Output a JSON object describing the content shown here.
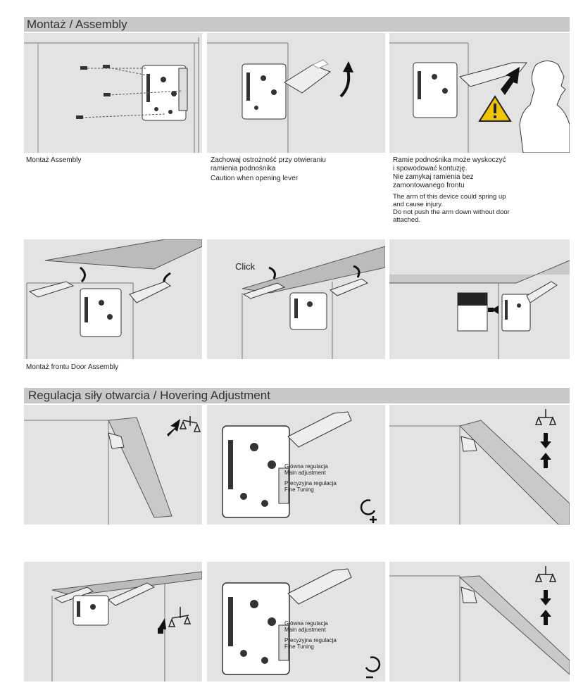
{
  "section1": {
    "title": "Montaż / Assembly",
    "captions": {
      "assembly": "Montaż   Assembly",
      "caution_pl_1": "Zachowaj ostrożność przy otwieraniu",
      "caution_pl_2": "ramienia podnośnika",
      "caution_en": "Caution when opening lever",
      "warn_pl_1": "Ramie podnośnika może wyskoczyć",
      "warn_pl_2": "i spowodować kontuzję.",
      "warn_pl_3": "Nie zamykaj ramienia bez",
      "warn_pl_4": "zamontowanego frontu",
      "warn_en_1": "The arm of this device could spring up",
      "warn_en_2": "and cause injury.",
      "warn_en_3": "Do not push the arm down without door",
      "warn_en_4": "attached.",
      "door_assembly": "Montaż frontu    Door Assembly"
    },
    "click_label": "Click"
  },
  "section2": {
    "title": "Regulacja siły otwarcia /  Hovering Adjustment",
    "labels": {
      "main_pl": "Główna regulacja",
      "main_en": "Main adjustment",
      "fine_pl": "Precyzyjna regulacja",
      "fine_en": "Fine Tuning"
    }
  },
  "colors": {
    "panel_bg": "#e3e3e3",
    "band_bg": "#c8c8c8",
    "warning_yellow": "#f2c400"
  }
}
